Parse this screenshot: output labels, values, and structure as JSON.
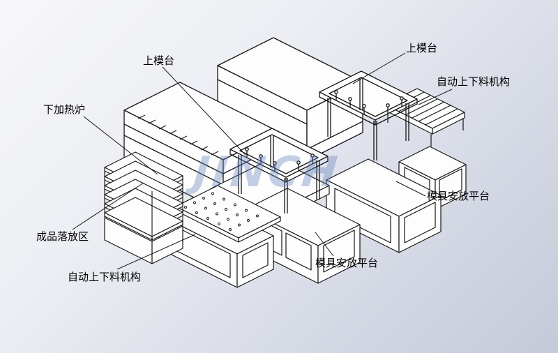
{
  "labels": [
    {
      "id": "lower-heater",
      "text": "下加热炉"
    },
    {
      "id": "upper-mold-left",
      "text": "上模台"
    },
    {
      "id": "upper-mold-right",
      "text": "上模台"
    },
    {
      "id": "auto-loader-right",
      "text": "自动上下料机构"
    },
    {
      "id": "mold-platform-right",
      "text": "模具安放平台"
    },
    {
      "id": "finished-drop-area",
      "text": "成品落放区"
    },
    {
      "id": "auto-loader-left",
      "text": "自动上下料机构"
    },
    {
      "id": "mold-platform-bottom",
      "text": "模具安放平台"
    }
  ],
  "watermark": {
    "text": "JINCH",
    "color": "#6480be"
  },
  "colors": {
    "line": "#151515",
    "face": "#fdfdfe",
    "bg_top": "#f7f7f9",
    "bg_bottom": "#c4cad9"
  }
}
